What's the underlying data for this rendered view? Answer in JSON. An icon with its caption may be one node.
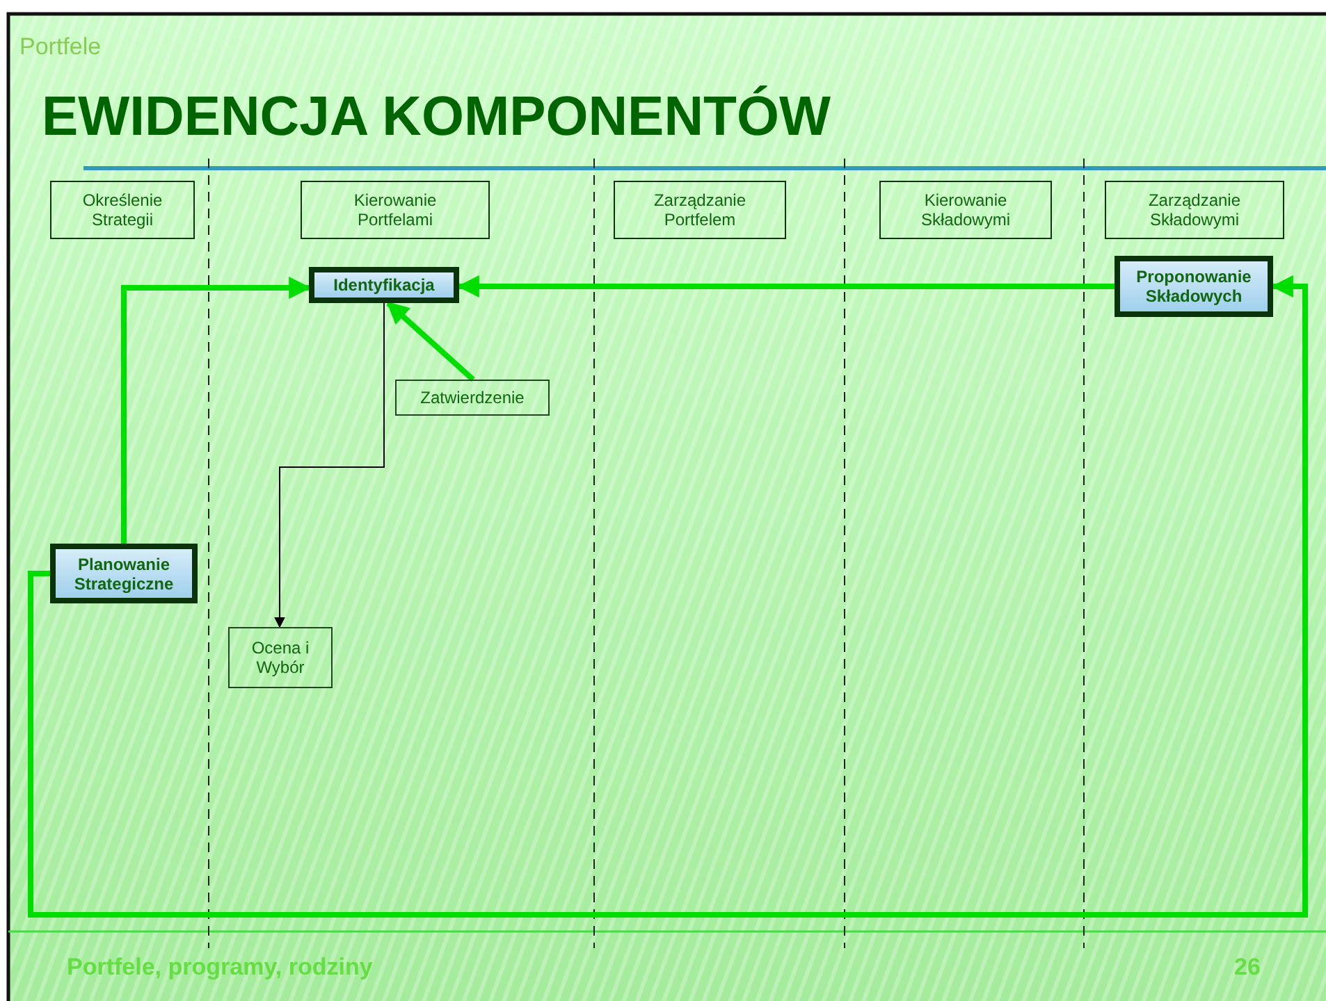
{
  "diagram": {
    "title": "EWIDENCJA KOMPONENTÓW",
    "nodes": [
      {
        "text": [
          "Określenie Strategii"
        ]
      },
      {
        "text": [
          "Kierowanie Portfelami"
        ]
      },
      {
        "text": [
          "Zarządzanie Portfelem"
        ]
      },
      {
        "text": [
          "Kierowanie Składowymi"
        ]
      },
      {
        "text": [
          "Zarządzanie Składowymi"
        ]
      },
      {
        "text": [
          "Identyfikacja"
        ]
      },
      {
        "text": [
          "Proponowanie Składowych"
        ]
      },
      {
        "text": [
          "Zatwierdzenie"
        ]
      },
      {
        "text": [
          "Planowanie Strategiczne"
        ]
      },
      {
        "text": [
          "Ocena i Wybór"
        ]
      }
    ],
    "edges": [
      {
        "from": 8,
        "to": 5,
        "arrow": "to"
      },
      {
        "from": 6,
        "to": 5,
        "arrow": "to"
      },
      {
        "from": 7,
        "to": 5,
        "arrow": "to"
      },
      {
        "from": 5,
        "to": 9,
        "arrow": "to",
        "color": "#000000"
      },
      {
        "from": 8,
        "to": 6,
        "arrow": "to"
      }
    ],
    "labels": [
      "Portfele",
      "Portfele, programy, rodziny",
      "26"
    ]
  }
}
